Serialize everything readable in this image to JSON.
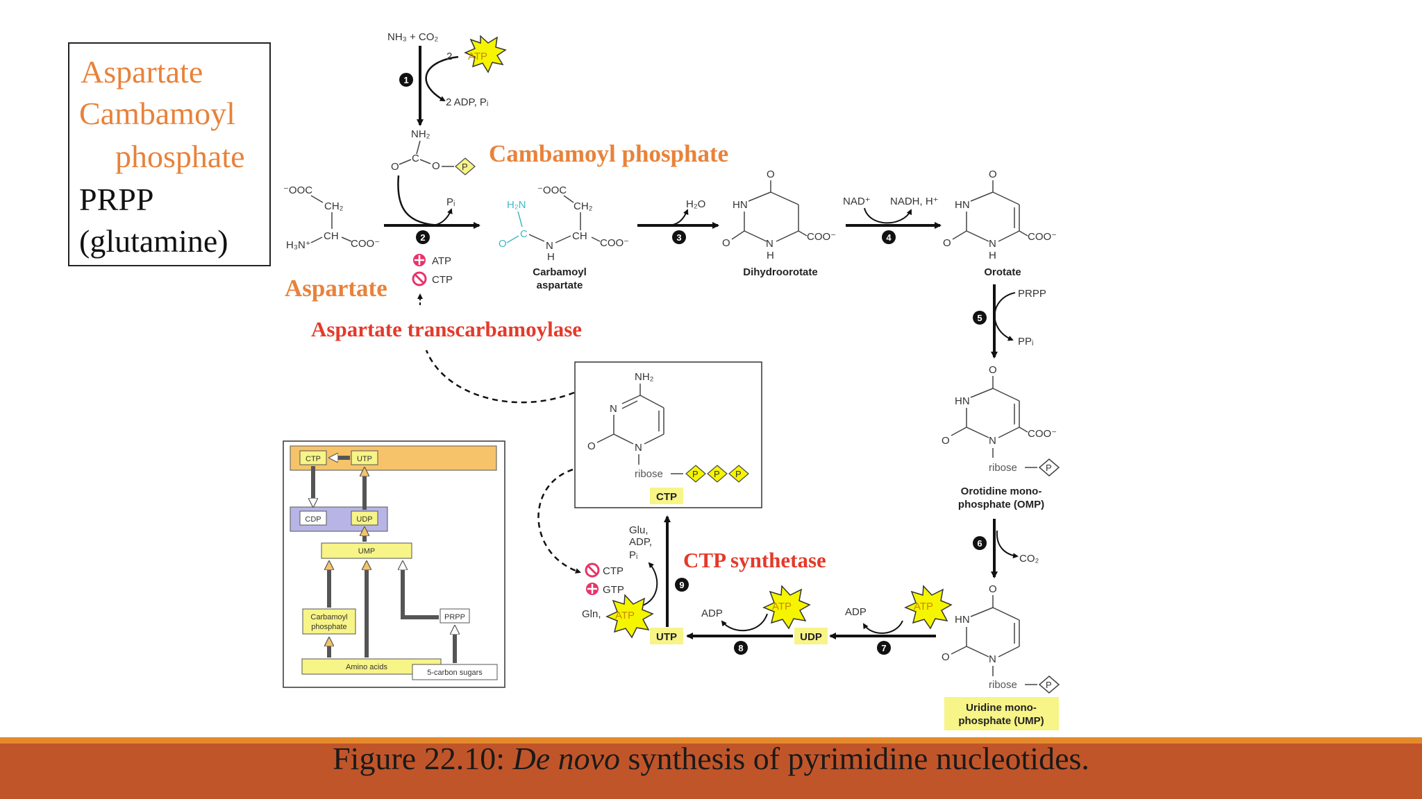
{
  "legend": {
    "line1": "Aspartate",
    "line2": "Cambamoyl",
    "line3": "phosphate",
    "line4": "PRPP",
    "line5": "(glutamine)"
  },
  "caption": {
    "prefix": "Figure 22.10: ",
    "italic": "De novo",
    "suffix": " synthesis of pyrimidine  nucleotides."
  },
  "overlay_labels": {
    "cambamoyl_phosphate": "Cambamoyl phosphate",
    "aspartate": "Aspartate",
    "aspartate_transcarbamoylase": "Aspartate transcarbamoylase",
    "ctp_synthetase": "CTP synthetase"
  },
  "step1": {
    "number": "1",
    "substrates": "NH₃ + CO₂",
    "atp_coeff": "2",
    "atp": "ATP",
    "products": "2 ADP, Pᵢ"
  },
  "carbamoyl_phosphate_struct": {
    "nh2": "NH₂",
    "o_top": "O",
    "c": "C",
    "o_bridge": "O",
    "p": "P"
  },
  "step2": {
    "number": "2",
    "pi": "Pᵢ",
    "activator": "ATP",
    "inhibitor": "CTP"
  },
  "aspartate_struct": {
    "coo_top": "⁻OOC",
    "ch2": "CH₂",
    "h3n": "H₃N⁺",
    "ch": "CH",
    "coo": "COO⁻"
  },
  "carbamoyl_aspartate": {
    "h2n": "H₂N",
    "o": "O",
    "c": "C",
    "n": "N",
    "h": "H",
    "coo_top": "⁻OOC",
    "ch2": "CH₂",
    "ch": "CH",
    "coo": "COO⁻",
    "label1": "Carbamoyl",
    "label2": "aspartate"
  },
  "step3": {
    "number": "3",
    "h2o": "H₂O"
  },
  "dihydroorotate": {
    "o_top": "O",
    "hn": "HN",
    "o_left": "O",
    "n": "N",
    "h": "H",
    "coo": "COO⁻",
    "label": "Dihydroorotate"
  },
  "step4": {
    "number": "4",
    "nad": "NAD⁺",
    "nadh": "NADH, H⁺"
  },
  "orotate": {
    "o_top": "O",
    "hn": "HN",
    "o_left": "O",
    "n": "N",
    "h": "H",
    "coo": "COO⁻",
    "label": "Orotate"
  },
  "step5": {
    "number": "5",
    "prpp": "PRPP",
    "ppi": "PPᵢ"
  },
  "omp": {
    "o_top": "O",
    "hn": "HN",
    "o_left": "O",
    "n": "N",
    "coo": "COO⁻",
    "ribose": "ribose",
    "p": "P",
    "label1": "Orotidine mono-",
    "label2": "phosphate (OMP)"
  },
  "step6": {
    "number": "6",
    "co2": "CO₂"
  },
  "ump": {
    "o_top": "O",
    "hn": "HN",
    "o_left": "O",
    "n": "N",
    "ribose": "ribose",
    "p": "P",
    "label1": "Uridine mono-",
    "label2": "phosphate (UMP)"
  },
  "step7": {
    "number": "7",
    "adp": "ADP",
    "atp": "ATP",
    "udp": "UDP"
  },
  "step8": {
    "number": "8",
    "adp": "ADP",
    "atp": "ATP",
    "utp": "UTP"
  },
  "step9": {
    "number": "9",
    "products_1": "Glu,",
    "products_2": "ADP,",
    "products_3": "Pᵢ",
    "gln": "Gln,",
    "atp": "ATP",
    "inhibitor": "CTP",
    "activator": "GTP"
  },
  "ctp_box": {
    "nh2": "NH₂",
    "n": "N",
    "o": "O",
    "n1": "N",
    "ribose": "ribose",
    "p": "P",
    "label": "CTP"
  },
  "inset": {
    "ctp": "CTP",
    "utp": "UTP",
    "cdp": "CDP",
    "udp": "UDP",
    "ump": "UMP",
    "carbamoyl_1": "Carbamoyl",
    "carbamoyl_2": "phosphate",
    "prpp": "PRPP",
    "amino_acids": "Amino acids",
    "sugars": "5-carbon sugars"
  },
  "colors": {
    "orange_text": "#e8823a",
    "red_text": "#e43a2b",
    "atp_star": "#f5f500",
    "yellow_box": "#f7f488",
    "inset_orange": "#f6c36a",
    "inset_purple": "#b8b5e6",
    "caption_bar": "#c1552a",
    "caption_stripe": "#e58a2b",
    "cyan": "#3fb8c2",
    "pink": "#e8336b"
  }
}
